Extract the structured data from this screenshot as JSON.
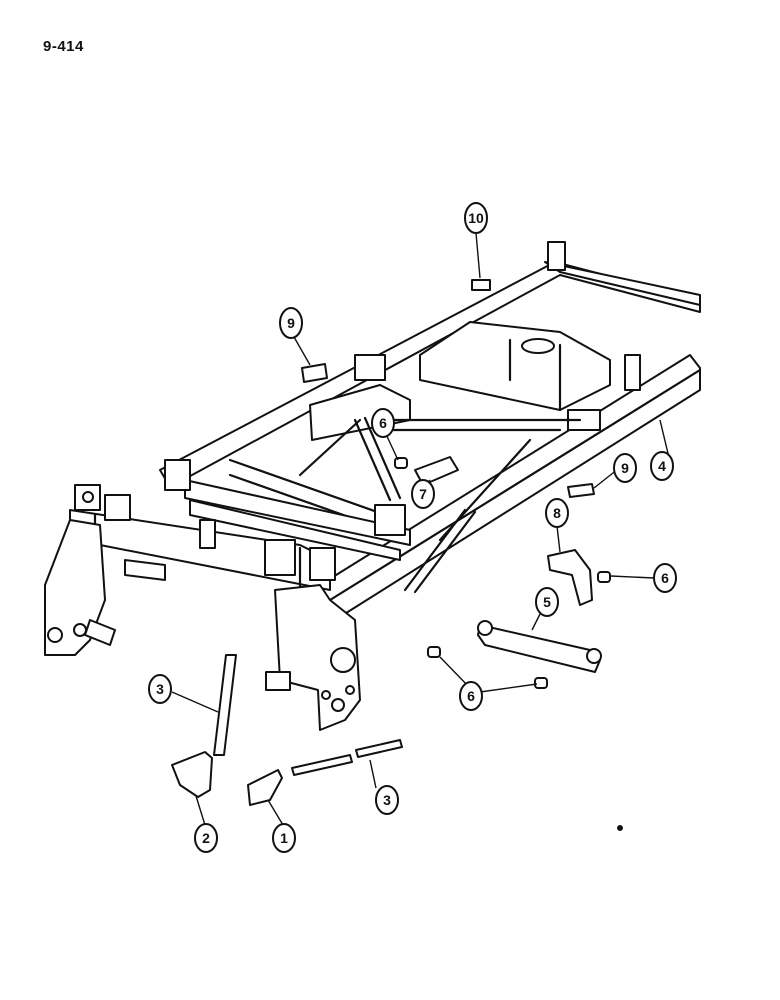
{
  "page_number": "9-414",
  "callouts": [
    {
      "id": "c10",
      "label": "10"
    },
    {
      "id": "c9a",
      "label": "9"
    },
    {
      "id": "c9b",
      "label": "9"
    },
    {
      "id": "c6a",
      "label": "6"
    },
    {
      "id": "c6b",
      "label": "6"
    },
    {
      "id": "c6c",
      "label": "6"
    },
    {
      "id": "c7",
      "label": "7"
    },
    {
      "id": "c8",
      "label": "8"
    },
    {
      "id": "c4",
      "label": "4"
    },
    {
      "id": "c5",
      "label": "5"
    },
    {
      "id": "c3a",
      "label": "3"
    },
    {
      "id": "c3b",
      "label": "3"
    },
    {
      "id": "c2",
      "label": "2"
    },
    {
      "id": "c1",
      "label": "1"
    }
  ]
}
